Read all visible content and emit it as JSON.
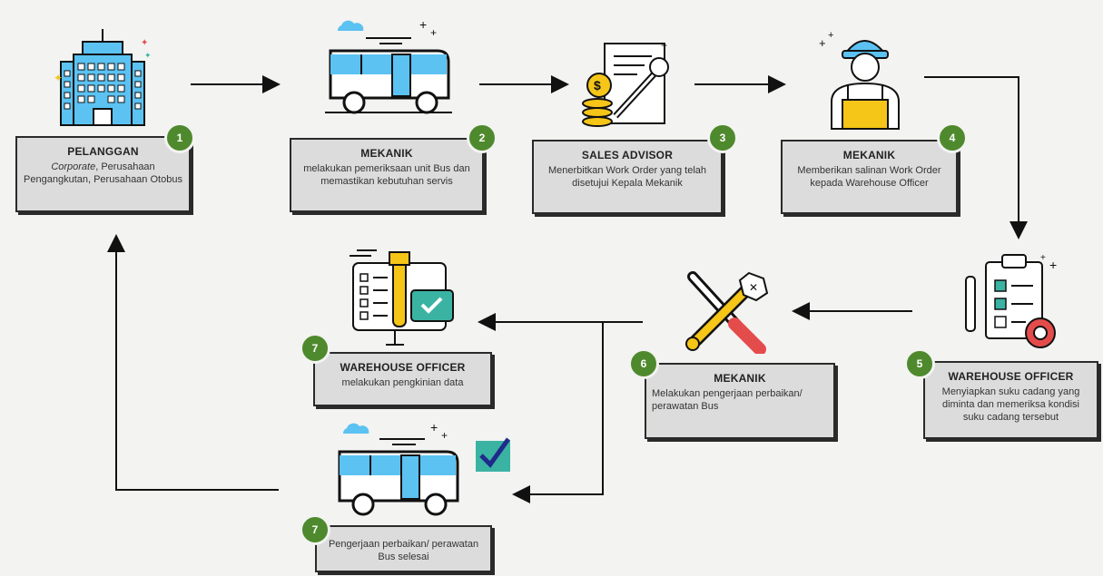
{
  "steps": [
    {
      "num": "1",
      "title": "PELANGGAN",
      "desc_em": "Corporate",
      "desc_rest": ", Perusahaan Pengangkutan, Perusahaan Otobus"
    },
    {
      "num": "2",
      "title": "MEKANIK",
      "desc": "melakukan pemeriksaan unit Bus dan memastikan kebutuhan servis"
    },
    {
      "num": "3",
      "title": "SALES ADVISOR",
      "desc": "Menerbitkan Work Order yang telah disetujui Kepala Mekanik"
    },
    {
      "num": "4",
      "title": "MEKANIK",
      "desc": "Memberikan salinan Work Order kepada Warehouse Officer"
    },
    {
      "num": "5",
      "title": "WAREHOUSE OFFICER",
      "desc": "Menyiapkan suku cadang yang diminta dan memeriksa kondisi suku cadang tersebut"
    },
    {
      "num": "6",
      "title": "MEKANIK",
      "desc": "Melakukan pengerjaan perbaikan/ perawatan Bus"
    },
    {
      "num": "7",
      "title": "WAREHOUSE OFFICER",
      "desc": "melakukan pengkinian data"
    },
    {
      "num": "7",
      "title": "",
      "desc": "Pengerjaan perbaikan/ perawatan Bus selesai"
    }
  ],
  "icons": {
    "step1": "office-building-icon",
    "step2": "bus-icon",
    "step3": "invoice-wrench-icon",
    "step4": "mechanic-worker-icon",
    "step5": "clipboard-checklist-gear-icon",
    "step6": "wrench-screwdriver-icon",
    "step7a": "checklist-wrench-icon",
    "step7b": "bus-check-icon"
  },
  "colors": {
    "badge": "#4e8a2d",
    "box": "#dcdcdc",
    "accent_blue": "#5bc2f2",
    "accent_yellow": "#f5c518",
    "accent_red": "#e44b4b",
    "accent_teal": "#3bb3a3"
  }
}
